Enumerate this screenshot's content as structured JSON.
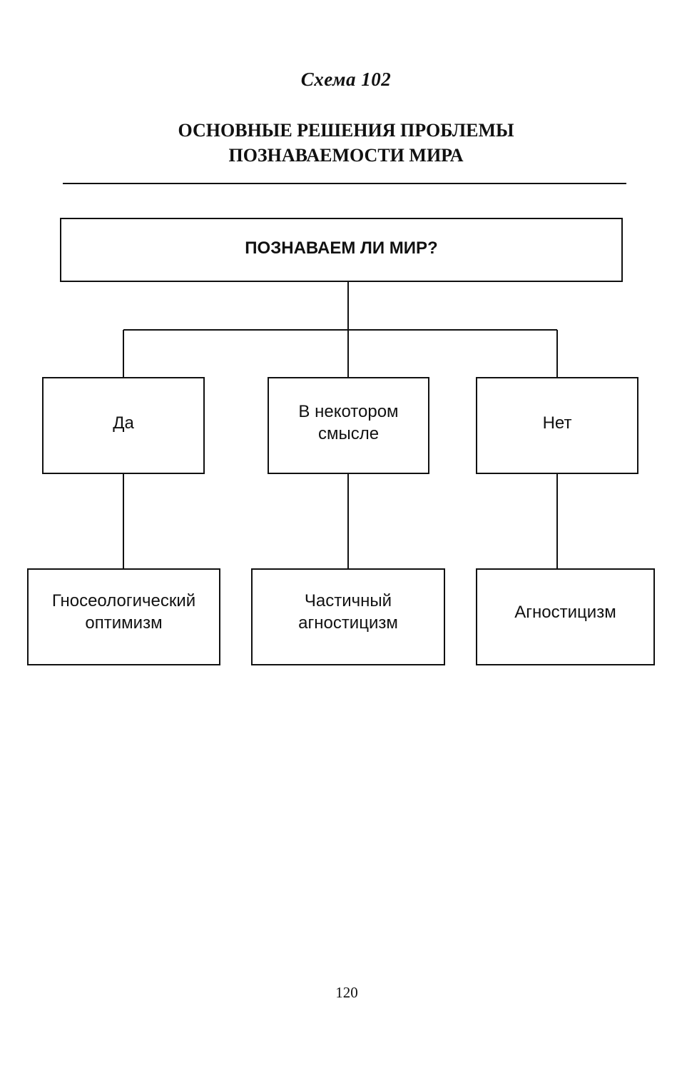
{
  "header": {
    "scheme_number": "Схема 102",
    "title_line_1": "ОСНОВНЫЕ РЕШЕНИЯ ПРОБЛЕМЫ",
    "title_line_2": "ПОЗНАВАЕМОСТИ МИРА"
  },
  "diagram": {
    "root": "ПОЗНАВАЕМ ЛИ МИР?",
    "answers": [
      "Да",
      "В некотором\nсмысле",
      "Нет"
    ],
    "positions": [
      "Гносеологический\nоптимизм",
      "Частичный\nагностицизм",
      "Агностицизм"
    ]
  },
  "footer": {
    "page_number": "120"
  }
}
